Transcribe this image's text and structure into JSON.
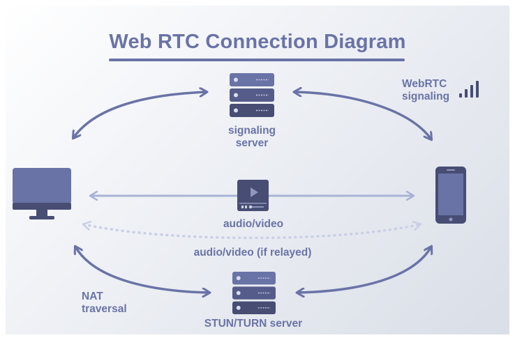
{
  "title": "Web RTC Connection Diagram",
  "labels": {
    "signaling_server": [
      "signaling",
      "server"
    ],
    "webrtc_signaling": [
      "WebRTC",
      "signaling"
    ],
    "audio_video": "audio/video",
    "audio_video_relayed": "audio/video (if relayed)",
    "nat_traversal": [
      "NAT",
      "traversal"
    ],
    "stun_turn_server": "STUN/TURN server"
  },
  "icons": {
    "signaling_server": "server-icon",
    "stun_turn_server": "server-icon",
    "desktop": "desktop-monitor-icon",
    "phone": "smartphone-icon",
    "video": "video-player-icon",
    "signal": "signal-bars-icon"
  },
  "colors": {
    "primary": "#6a73a6",
    "dark": "#474d73",
    "light_arrow": "#a8b3d6",
    "relayed_dots": "#c9d0e4"
  }
}
